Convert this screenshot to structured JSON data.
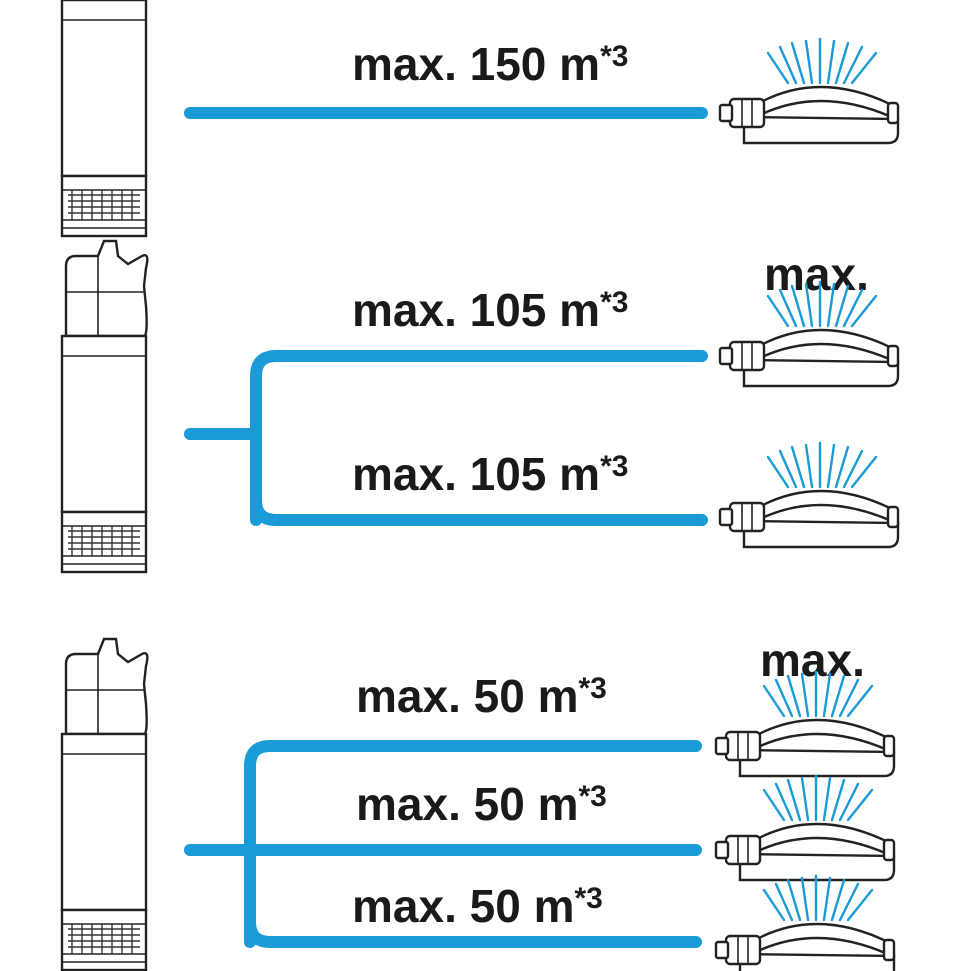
{
  "colors": {
    "hose": "#1a9ad6",
    "ink": "#1a1a1a"
  },
  "icons": {
    "pump": "submersible-pump-icon",
    "sprinkler": "oscillating-sprinkler-icon"
  },
  "scenarios": [
    {
      "branches": [
        {
          "length": "max. 150 m",
          "note": "*3"
        }
      ]
    },
    {
      "max_label": "max.",
      "branches": [
        {
          "length": "max. 105 m",
          "note": "*3"
        },
        {
          "length": "max. 105 m",
          "note": "*3"
        }
      ]
    },
    {
      "max_label": "max.",
      "branches": [
        {
          "length": "max. 50 m",
          "note": "*3"
        },
        {
          "length": "max. 50 m",
          "note": "*3"
        },
        {
          "length": "max. 50 m",
          "note": "*3"
        }
      ]
    }
  ]
}
